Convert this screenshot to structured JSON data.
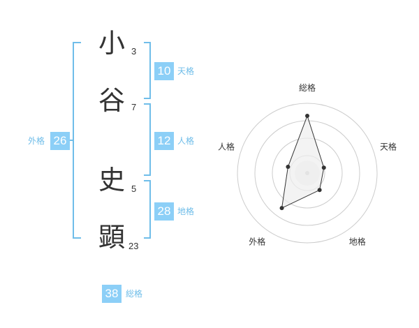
{
  "name": {
    "surname": [
      {
        "char": "小",
        "strokes": "3"
      },
      {
        "char": "谷",
        "strokes": "7"
      }
    ],
    "given": [
      {
        "char": "史",
        "strokes": "5"
      },
      {
        "char": "顕",
        "strokes": "23"
      }
    ]
  },
  "fortunes": {
    "tenkaku": {
      "value": "10",
      "label": "天格"
    },
    "jinkaku": {
      "value": "12",
      "label": "人格"
    },
    "chikaku": {
      "value": "28",
      "label": "地格"
    },
    "gaikaku": {
      "value": "26",
      "label": "外格"
    },
    "soukaku": {
      "value": "38",
      "label": "総格"
    }
  },
  "chart_data": {
    "type": "radar",
    "axes": [
      "総格",
      "天格",
      "地格",
      "外格",
      "人格"
    ],
    "values": [
      0.82,
      0.25,
      0.3,
      0.62,
      0.29
    ],
    "range": [
      0,
      1
    ],
    "rings": 4,
    "colors": {
      "grid": "#cccccc",
      "fill": "#eeeeee",
      "line": "#333333",
      "point": "#333333",
      "center": "#c8c8c8"
    }
  },
  "colors": {
    "accent": "#8ccff7",
    "accent_text": "#6fbde9",
    "text": "#333333"
  }
}
